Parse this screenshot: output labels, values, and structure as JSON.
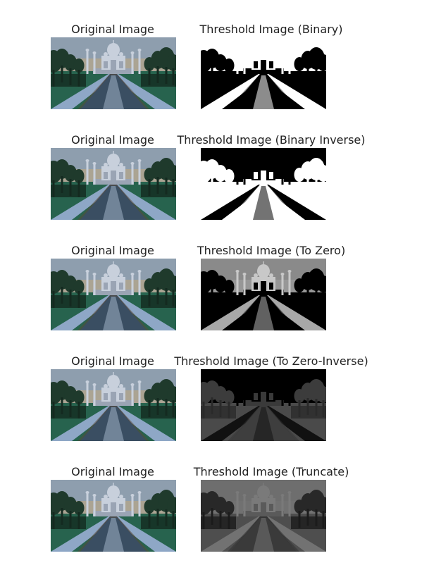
{
  "rows": [
    {
      "left_title": "Original Image",
      "right_title": "Threshold Image (Binary)",
      "mode": "binary"
    },
    {
      "left_title": "Original Image",
      "right_title": "Threshold Image (Binary Inverse)",
      "mode": "binary_inverse"
    },
    {
      "left_title": "Original Image",
      "right_title": "Threshold Image (To Zero)",
      "mode": "to_zero"
    },
    {
      "left_title": "Original Image",
      "right_title": "Threshold Image (To Zero-Inverse)",
      "mode": "to_zero_inverse"
    },
    {
      "left_title": "Original Image",
      "right_title": "Threshold Image (Truncate)",
      "mode": "truncate"
    }
  ]
}
